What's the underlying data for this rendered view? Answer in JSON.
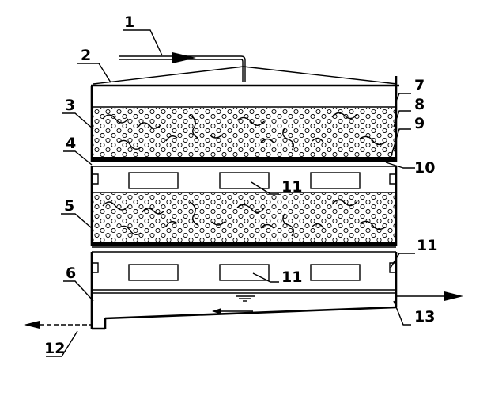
{
  "diagram": {
    "labels": [
      {
        "id": "1",
        "text": "1"
      },
      {
        "id": "2",
        "text": "2"
      },
      {
        "id": "3",
        "text": "3"
      },
      {
        "id": "4",
        "text": "4"
      },
      {
        "id": "5",
        "text": "5"
      },
      {
        "id": "6",
        "text": "6"
      },
      {
        "id": "7",
        "text": "7"
      },
      {
        "id": "8",
        "text": "8"
      },
      {
        "id": "9",
        "text": "9"
      },
      {
        "id": "10",
        "text": "10"
      },
      {
        "id": "11a",
        "text": "11"
      },
      {
        "id": "11b",
        "text": "11"
      },
      {
        "id": "11c",
        "text": "11"
      },
      {
        "id": "12",
        "text": "12"
      },
      {
        "id": "13",
        "text": "13"
      }
    ]
  },
  "colors": {
    "ink": "#000000",
    "background": "#ffffff"
  }
}
